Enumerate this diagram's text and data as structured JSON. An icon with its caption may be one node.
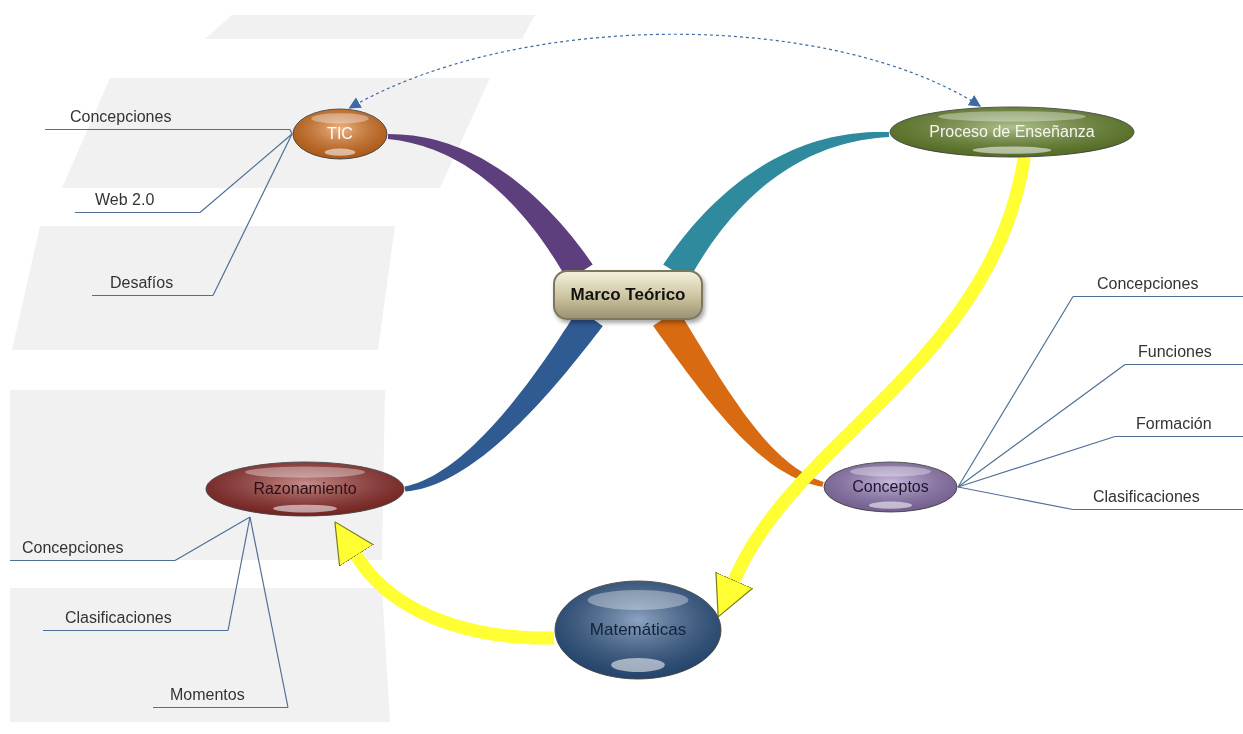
{
  "diagram": {
    "nodes": [
      {
        "text": [
          "Marco Teórico"
        ]
      },
      {
        "text": [
          "TIC"
        ]
      },
      {
        "text": [
          "Proceso de Enseñanza"
        ]
      },
      {
        "text": [
          "Razonamiento"
        ]
      },
      {
        "text": [
          "Conceptos"
        ]
      },
      {
        "text": [
          "Matemáticas"
        ]
      },
      {
        "text": [
          "Concepciones"
        ]
      },
      {
        "text": [
          "Web 2.0"
        ]
      },
      {
        "text": [
          "Desafíos"
        ]
      },
      {
        "text": [
          "Concepciones"
        ]
      },
      {
        "text": [
          "Funciones"
        ]
      },
      {
        "text": [
          "Formación"
        ]
      },
      {
        "text": [
          "Clasificaciones"
        ]
      },
      {
        "text": [
          "Concepciones"
        ]
      },
      {
        "text": [
          "Clasificaciones"
        ]
      },
      {
        "text": [
          "Momentos"
        ]
      }
    ],
    "edges": [
      {
        "from": 1,
        "to": 2,
        "arrow": "both",
        "style": "dashed"
      },
      {
        "from": 0,
        "to": 1,
        "arrow": "none",
        "style": "thick",
        "color": "#5e3f7e"
      },
      {
        "from": 0,
        "to": 2,
        "arrow": "none",
        "style": "thick",
        "color": "#2e8a9c"
      },
      {
        "from": 0,
        "to": 3,
        "arrow": "none",
        "style": "thick",
        "color": "#2f5a92"
      },
      {
        "from": 0,
        "to": 4,
        "arrow": "none",
        "style": "thick",
        "color": "#d86a12"
      },
      {
        "from": 2,
        "to": 5,
        "arrow": "to",
        "style": "thick",
        "color": "#ffff33"
      },
      {
        "from": 5,
        "to": 3,
        "arrow": "to",
        "style": "thick",
        "color": "#ffff33"
      },
      {
        "from": 1,
        "to": 6,
        "arrow": "none"
      },
      {
        "from": 1,
        "to": 7,
        "arrow": "none"
      },
      {
        "from": 1,
        "to": 8,
        "arrow": "none"
      },
      {
        "from": 4,
        "to": 9,
        "arrow": "none"
      },
      {
        "from": 4,
        "to": 10,
        "arrow": "none"
      },
      {
        "from": 4,
        "to": 11,
        "arrow": "none"
      },
      {
        "from": 4,
        "to": 12,
        "arrow": "none"
      },
      {
        "from": 3,
        "to": 13,
        "arrow": "none"
      },
      {
        "from": 3,
        "to": 14,
        "arrow": "none"
      },
      {
        "from": 3,
        "to": 15,
        "arrow": "none"
      }
    ]
  }
}
